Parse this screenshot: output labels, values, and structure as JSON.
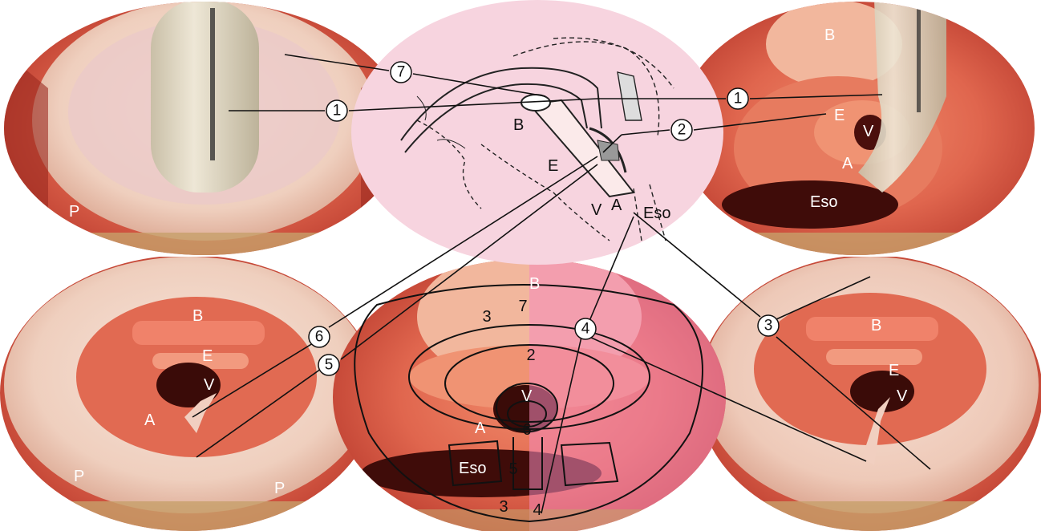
{
  "panels": {
    "top_left": {
      "labels": {
        "P": "P"
      }
    },
    "top_center": {
      "labels": {
        "B": "B",
        "E": "E",
        "V": "V",
        "A": "A",
        "Eso": "Eso"
      }
    },
    "top_right": {
      "labels": {
        "B": "B",
        "E": "E",
        "V": "V",
        "A": "A",
        "Eso": "Eso"
      }
    },
    "bottom_left": {
      "labels": {
        "B": "B",
        "E": "E",
        "V": "V",
        "A": "A",
        "P1": "P",
        "P2": "P"
      }
    },
    "bottom_center": {
      "labels": {
        "B": "B",
        "V": "V",
        "A": "A",
        "Eso": "Eso"
      },
      "zone_numbers": {
        "z7": "7",
        "z3a": "3",
        "z3b": "3",
        "z2": "2",
        "z6": "6",
        "z5": "5",
        "z4": "4"
      }
    },
    "bottom_right": {
      "labels": {
        "B": "B",
        "E": "E",
        "V": "V"
      }
    }
  },
  "callouts": {
    "n1a": "1",
    "n1b": "1",
    "n2": "2",
    "n3": "3",
    "n4": "4",
    "n5": "5",
    "n6": "6",
    "n7": "7"
  },
  "colors": {
    "tissue": "#e0664e",
    "tissue_dark": "#8a2018",
    "cuff": "#f3d8c8",
    "diagram_bg": "#f7d4df",
    "overlay": "#f48bbb"
  }
}
